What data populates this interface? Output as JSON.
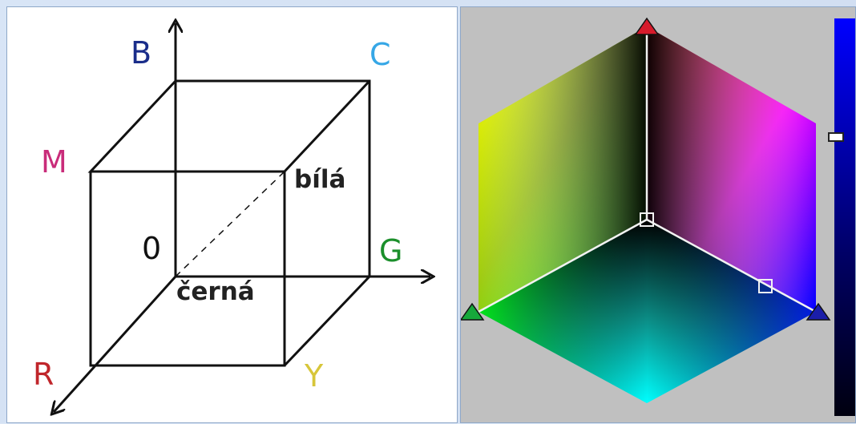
{
  "cube": {
    "labels": {
      "b": "B",
      "c": "C",
      "m": "M",
      "g": "G",
      "r": "R",
      "y": "Y",
      "origin": "0",
      "white": "bílá",
      "black": "černá"
    },
    "colors": {
      "b": "#1a2d8a",
      "c": "#36a7e6",
      "m": "#c92c7a",
      "g": "#1b8f2b",
      "r": "#c0262b",
      "y": "#d7c63a",
      "origin": "#111111"
    }
  },
  "picker": {
    "triangle_colors": {
      "top": "#d61b2b",
      "left": "#16a83b",
      "right": "#1b1ea9"
    },
    "slider_gradient": [
      "#0000ff",
      "#000064",
      "#00000f"
    ]
  }
}
